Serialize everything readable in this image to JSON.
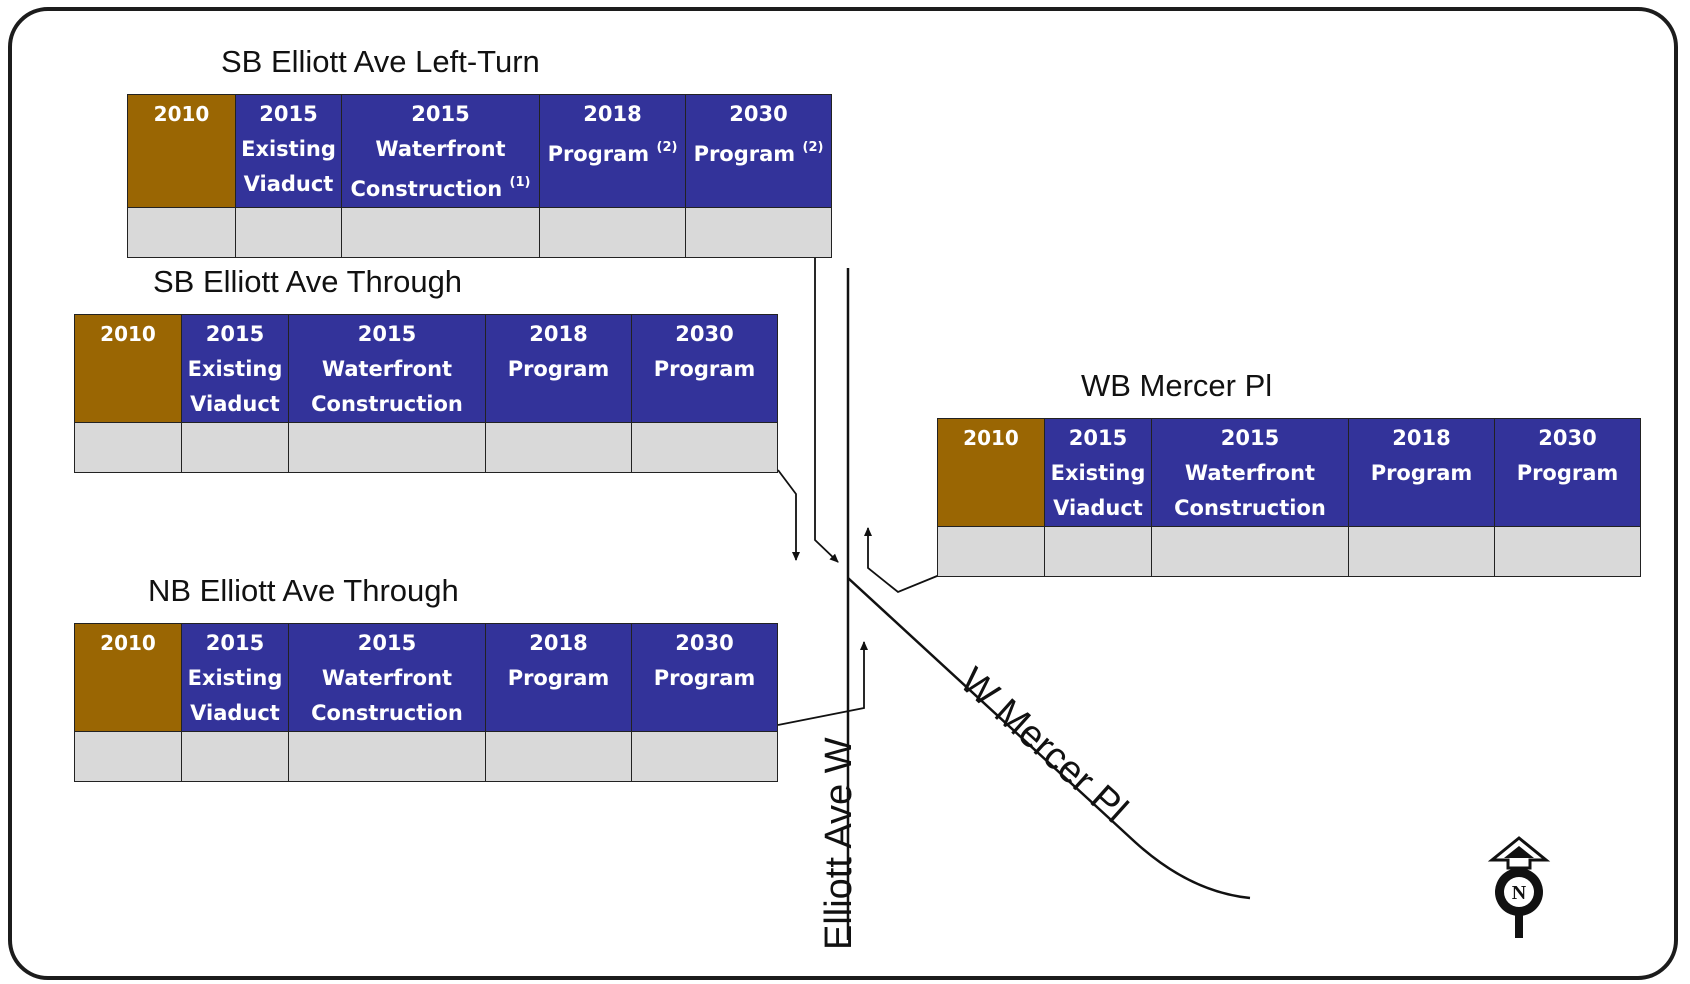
{
  "columns_header": [
    "2010",
    "2015 Existing Viaduct",
    "2015 Waterfront Construction",
    "2018 Program",
    "2030 Program"
  ],
  "panels": {
    "sb_left": {
      "title": "SB Elliott Ave Left-Turn",
      "h2010": "2010",
      "h2015a_l1": "2015",
      "h2015a_l2": "Existing",
      "h2015a_l3": "Viaduct",
      "h2015b_l1": "2015",
      "h2015b_l2": "Waterfront",
      "h2015b_l3": "Construction",
      "h2015b_note": "(1)",
      "h2018_l1": "2018",
      "h2018_l2": "Program",
      "h2018_note": "(2)",
      "h2030_l1": "2030",
      "h2030_l2": "Program",
      "h2030_note": "(2)"
    },
    "sb_through": {
      "title": "SB Elliott Ave Through",
      "h2010": "2010",
      "h2015a_l1": "2015",
      "h2015a_l2": "Existing",
      "h2015a_l3": "Viaduct",
      "h2015b_l1": "2015",
      "h2015b_l2": "Waterfront",
      "h2015b_l3": "Construction",
      "h2018_l1": "2018",
      "h2018_l2": "Program",
      "h2030_l1": "2030",
      "h2030_l2": "Program"
    },
    "nb_through": {
      "title": "NB Elliott Ave Through",
      "h2010": "2010",
      "h2015a_l1": "2015",
      "h2015a_l2": "Existing",
      "h2015a_l3": "Viaduct",
      "h2015b_l1": "2015",
      "h2015b_l2": "Waterfront",
      "h2015b_l3": "Construction",
      "h2018_l1": "2018",
      "h2018_l2": "Program",
      "h2030_l1": "2030",
      "h2030_l2": "Program"
    },
    "wb_mercer": {
      "title": "WB Mercer Pl",
      "h2010": "2010",
      "h2015a_l1": "2015",
      "h2015a_l2": "Existing",
      "h2015a_l3": "Viaduct",
      "h2015b_l1": "2015",
      "h2015b_l2": "Waterfront",
      "h2015b_l3": "Construction",
      "h2018_l1": "2018",
      "h2018_l2": "Program",
      "h2030_l1": "2030",
      "h2030_l2": "Program"
    }
  },
  "roads": {
    "elliott": "Elliott Ave W",
    "mercer": "W Mercer Pl"
  },
  "north_arrow": {
    "letter": "N",
    "icon": "north-arrow-icon"
  },
  "colors": {
    "header_blue": "#33339a",
    "header_2010": "#9a6603",
    "value_cell": "#d9d9d9",
    "line": "#111111"
  }
}
